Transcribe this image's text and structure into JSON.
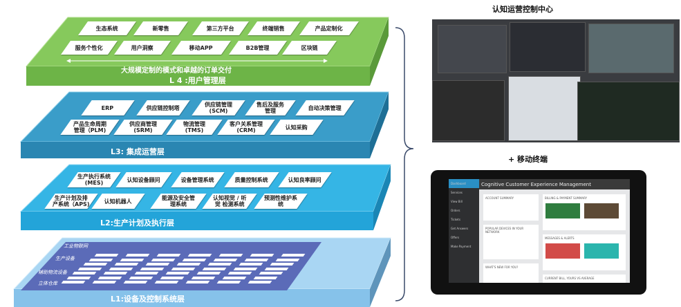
{
  "layers": [
    {
      "label": "L 4 :用户管理层",
      "banner": "大规模定制的模式和卓越的订单交付",
      "color": "#7fc257",
      "items": [
        "生态系统",
        "新零售",
        "第三方平台",
        "终端销售",
        "产品定制化",
        "服务个性化",
        "用户洞察",
        "移动APP",
        "B2B管理",
        "区块链"
      ]
    },
    {
      "label": "L3: 集成运营层",
      "color": "#2e8fbe",
      "items": [
        "ERP",
        "供应链控制塔",
        "供应链管理\n(SCM)",
        "售后及服务\n管理",
        "自动决策管理",
        "产品生命周期\n管理（PLM)",
        "供应商管理\n(SRM)",
        "物流管理\n(TMS)",
        "客户关系管理\n(CRM)",
        "认知采购"
      ]
    },
    {
      "label": "L2:生产计划及执行层",
      "color": "#2aaee0",
      "items": [
        "生产执行系统\n(MES)",
        "认知设备顾问",
        "设备管理系统",
        "质量控制系统",
        "认知良率顾问",
        "生产计划及排\n产系统（APS)",
        "认知机器人",
        "能源及安全管\n理系统",
        "认知视觉 / 听\n觉 检测系统",
        "预测性维护系\n统"
      ]
    },
    {
      "label": "L1:设备及控制系统层",
      "color": "#86c2ea",
      "rows": [
        "工业物联网",
        "生产设备",
        "辅助物流设备",
        "立体仓库"
      ]
    }
  ],
  "right": {
    "ops_title": "认知运营控制中心",
    "mobile_title": "+ 移动终端",
    "tablet": {
      "header": "Cognitive Customer Experience Management",
      "menu": [
        "Dashboard",
        "Services",
        "View Bill",
        "Orders",
        "Tickets",
        "Get Answers",
        "Offers",
        "Make Payment"
      ],
      "cards": [
        "ACCOUNT SUMMARY",
        "BILLING & PAYMENT SUMMARY",
        "POPULAR DEVICES IN YOUR NETWORK",
        "MESSAGES & ALERTS",
        "WHAT'S NEW FOR YOU?",
        "CURRENT BILL, YOURS VS AVERAGE"
      ]
    }
  }
}
